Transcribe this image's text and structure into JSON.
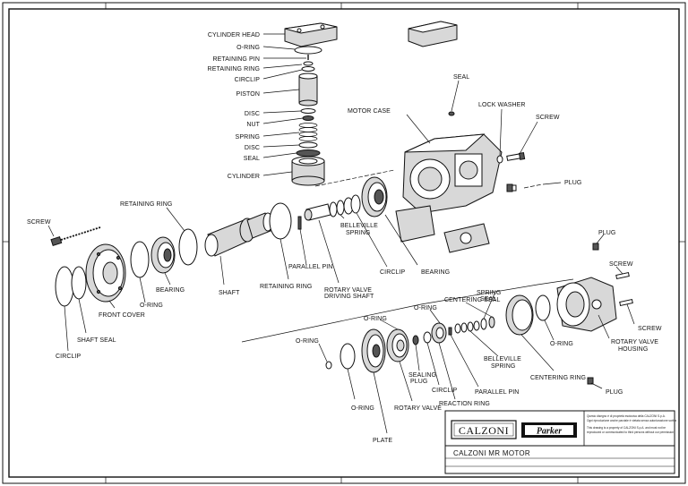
{
  "title_block": {
    "logo_left": "CALZONI",
    "logo_right": "Parker",
    "title": "CALZONI MR MOTOR",
    "notice_line1": "Questo disegno è di proprietà esclusiva della CALZONI S.p.A.",
    "notice_line2": "Ogni riproduzione anche parziale è vietata senza autorizzazione scritta",
    "notice_line3": "This drawing is a property of CALZONI S.p.A. and must not be",
    "notice_line4": "reproduced or communicated to third persons without our permission"
  },
  "labels": {
    "cylinder_head": "CYLINDER HEAD",
    "o_ring_top": "O-RING",
    "retaining_pin": "RETAINING PIN",
    "retaining_ring_top": "RETAINING RING",
    "circlip_top": "CIRCLIP",
    "piston": "PISTON",
    "disc_1": "DISC",
    "nut": "NUT",
    "spring": "SPRING",
    "disc_2": "DISC",
    "seal_left": "SEAL",
    "cylinder": "CYLINDER",
    "seal_top": "SEAL",
    "motor_case": "MOTOR CASE",
    "lock_washer": "LOCK WASHER",
    "screw_top": "SCREW",
    "plug_mid": "PLUG",
    "retaining_ring_left": "RETAINING RING",
    "screw_left": "SCREW",
    "belleville_spring_1a": "BELLEVILLE",
    "belleville_spring_1b": "SPRING",
    "parallel_pin_1": "PARALLEL PIN",
    "retaining_ring_mid": "RETAINING RING",
    "rotary_valve_driving_shaft_a": "ROTARY VALVE",
    "rotary_valve_driving_shaft_b": "DRIVING SHAFT",
    "circlip_mid": "CIRCLIP",
    "bearing_right": "BEARING",
    "bearing_left": "BEARING",
    "shaft": "SHAFT",
    "o_ring_left": "O-RING",
    "front_cover": "FRONT COVER",
    "shaft_seal": "SHAFT SEAL",
    "circlip_left": "CIRCLIP",
    "plug_right_top": "PLUG",
    "screw_right_1": "SCREW",
    "screw_right_2": "SCREW",
    "spring_seal_a": "SPRING",
    "spring_seal_b": "SEAL",
    "centering_seal": "CENTERING SEAL",
    "o_ring_mid_1": "O-RING",
    "o_ring_mid_2": "O-RING",
    "o_ring_lower_left": "O-RING",
    "o_ring_lower": "O-RING",
    "o_ring_right": "O-RING",
    "rotary_valve_housing_a": "ROTARY VALVE",
    "rotary_valve_housing_b": "HOUSING",
    "belleville_spring_2a": "BELLEVILLE",
    "belleville_spring_2b": "SPRING",
    "centering_ring": "CENTERING RING",
    "plug_right_bottom": "PLUG",
    "sealing_plug_a": "SEALING",
    "sealing_plug_b": "PLUG",
    "circlip_lower": "CIRCLIP",
    "parallel_pin_2": "PARALLEL PIN",
    "reaction_ring": "REACTION RING",
    "rotary_valve": "ROTARY VALVE",
    "plate": "PLATE"
  }
}
